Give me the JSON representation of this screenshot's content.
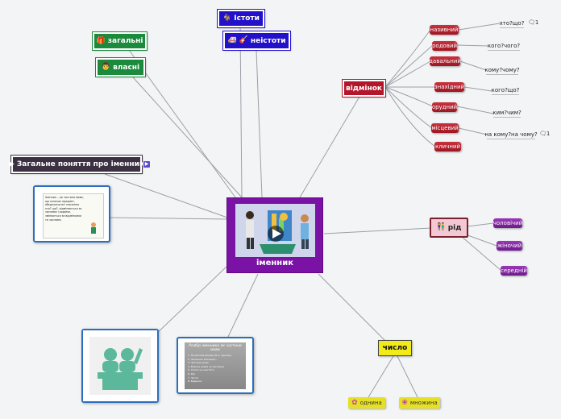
{
  "center": {
    "label": "іменник"
  },
  "nodes": {
    "istoty": "Істоти",
    "neistoty": "неістоти",
    "zagalni": "загальні",
    "vlasni": "власні",
    "zahalne": "Загальне поняття про іменник",
    "vidminok": "відмінок",
    "rid": "рід",
    "chyslo": "число"
  },
  "cases": [
    {
      "name": "називний",
      "question": "хто?що?",
      "note": "1"
    },
    {
      "name": "родовий",
      "question": "кого?чого?"
    },
    {
      "name": "давальний",
      "question": "кому?чому?"
    },
    {
      "name": "знахідний",
      "question": "кого?що?"
    },
    {
      "name": "орудний",
      "question": "ким?чим?"
    },
    {
      "name": "місцевий",
      "question": "на кому?на чому?",
      "note": "1"
    },
    {
      "name": "кличний"
    }
  ],
  "genders": [
    "чоловічий",
    "жіночий",
    "середній"
  ],
  "numbers": [
    "однина",
    "множина"
  ],
  "definition_card": {
    "text": "Іменник – це частина мови, що означає предмет, обєднуючи всі значення хто? що?, відмінюється за числами і родами, змінюється за відмінками та числами"
  },
  "parse_card": {
    "title": "Розбір іменника як частини мови",
    "lines": [
      "1. Початкова форма (Н.в. однина).",
      "2. Загальне значення...",
      "3. Частина мови",
      "4. Власна назва чи загальна",
      "5. Істота чи неістота",
      "6. Рід",
      "7. Число",
      "8. Відмінок"
    ]
  },
  "colors": {
    "center": "#7b12a6",
    "green": "#1b8a3c",
    "blue": "#2211c9",
    "crimson": "#b3162b",
    "purple": "#8a2aa8",
    "yellow": "#f3ea1a",
    "line": "#9aa0a8"
  }
}
